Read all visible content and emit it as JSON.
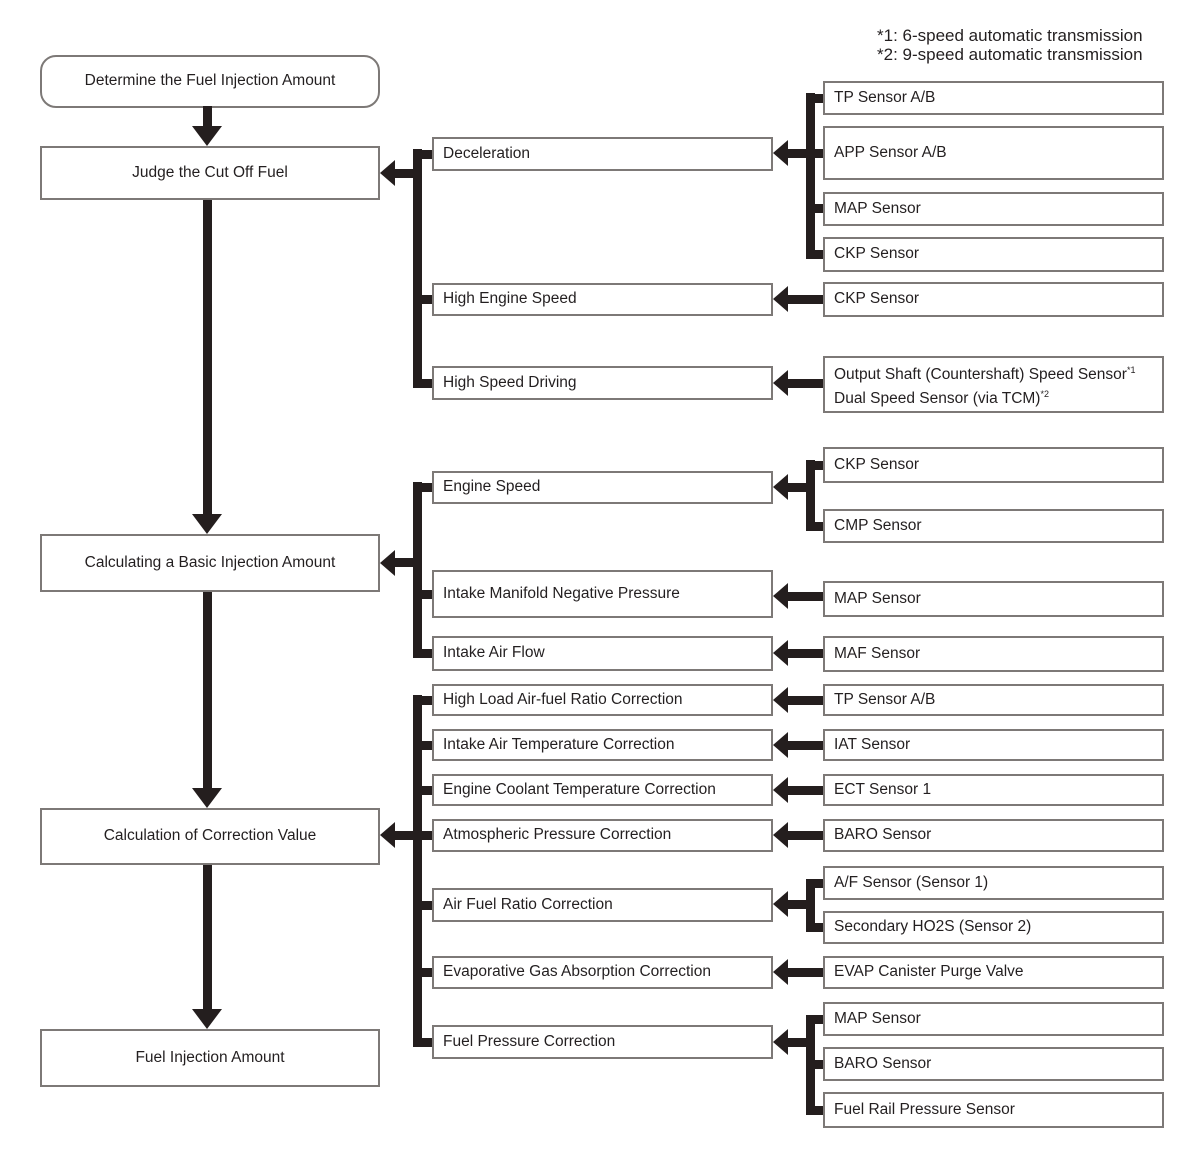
{
  "legend": {
    "notes": [
      "*1: 6-speed automatic transmission",
      "*2: 9-speed automatic transmission"
    ]
  },
  "main_flow": [
    "Determine the Fuel Injection Amount",
    "Judge the Cut Off Fuel",
    "Calculating a Basic Injection Amount",
    "Calculation of Correction Value",
    "Fuel Injection Amount"
  ],
  "groups": [
    {
      "conditions": [
        {
          "label": "Deceleration",
          "sensors": [
            "TP Sensor A/B",
            "APP Sensor A/B",
            "MAP Sensor",
            "CKP Sensor"
          ]
        },
        {
          "label": "High Engine Speed",
          "sensors": [
            "CKP Sensor"
          ]
        },
        {
          "label": "High Speed Driving",
          "sensors_multiline": [
            {
              "text": "Output Shaft (Countershaft) Speed Sensor",
              "superscript": "*1"
            },
            {
              "text": "Dual Speed Sensor (via TCM)",
              "superscript": "*2"
            }
          ]
        }
      ]
    },
    {
      "conditions": [
        {
          "label": "Engine Speed",
          "sensors": [
            "CKP Sensor",
            "CMP Sensor"
          ]
        },
        {
          "label": "Intake Manifold Negative Pressure",
          "sensors": [
            "MAP Sensor"
          ]
        },
        {
          "label": "Intake Air Flow",
          "sensors": [
            "MAF Sensor"
          ]
        }
      ]
    },
    {
      "conditions": [
        {
          "label": "High Load Air-fuel Ratio Correction",
          "sensors": [
            "TP Sensor A/B"
          ]
        },
        {
          "label": "Intake Air Temperature Correction",
          "sensors": [
            "IAT Sensor"
          ]
        },
        {
          "label": "Engine Coolant Temperature Correction",
          "sensors": [
            "ECT Sensor 1"
          ]
        },
        {
          "label": "Atmospheric Pressure Correction",
          "sensors": [
            "BARO Sensor"
          ]
        },
        {
          "label": "Air Fuel Ratio Correction",
          "sensors": [
            "A/F Sensor (Sensor 1)",
            "Secondary HO2S (Sensor 2)"
          ]
        },
        {
          "label": "Evaporative Gas Absorption Correction",
          "sensors": [
            "EVAP Canister Purge Valve"
          ]
        },
        {
          "label": "Fuel Pressure Correction",
          "sensors": [
            "MAP Sensor",
            "BARO Sensor",
            "Fuel Rail Pressure Sensor"
          ]
        }
      ]
    }
  ]
}
